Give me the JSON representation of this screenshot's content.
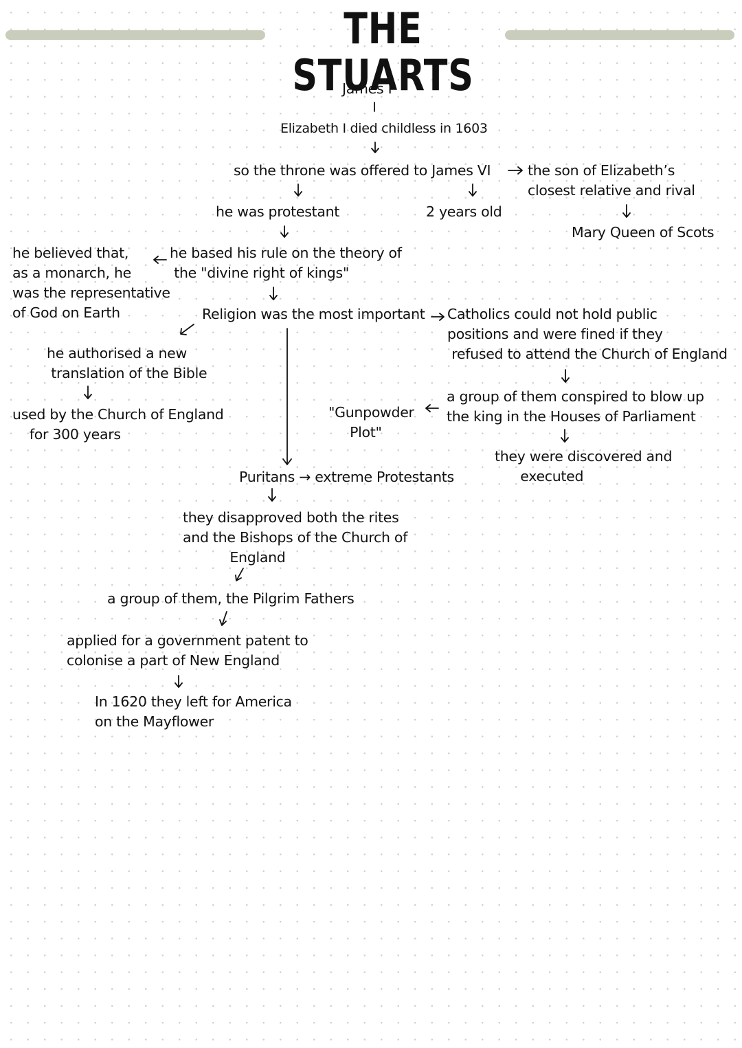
{
  "title": "THE STUARTS",
  "colors": {
    "accent_bar": "#c9cdbb",
    "ink": "#111111",
    "dots": "#d2d2d2"
  },
  "nodes": {
    "james": "James I",
    "elizabeth": "Elizabeth I died childless in 1603",
    "throne": "so the throne was offered to James VI",
    "son": "the son of Elizabeth’s\nclosest relative and rival",
    "mary": "Mary Queen of Scots",
    "protestant": "he was protestant",
    "years": "2 years old",
    "divine": "he based his rule on the theory of\n the \"divine right of kings\"",
    "believed": "he believed that,\nas a monarch, he\nwas the representative\nof God on Earth",
    "religion": "Religion was the most important",
    "catholics": "Catholics could not hold public\npositions and were fined if they\n refused to attend the Church of England",
    "bible": "he authorised a new\n translation of the Bible",
    "used": "used by the Church of England\n    for 300 years",
    "group_cons": "a group of them conspired to blow up\nthe king in the Houses of Parliament",
    "gunpowder": "\"Gunpowder\n     Plot\"",
    "discovered": "they were discovered and\n      executed",
    "puritans": "Puritans → extreme Protestants",
    "disapproved": "they disapproved both the rites\nand the Bishops of the Church of\n           England",
    "pilgrim": "a group of them, the Pilgrim Fathers",
    "applied": "applied for a government patent to\ncolonise a part of New England",
    "america": "In 1620 they left for America\non the Mayflower"
  }
}
